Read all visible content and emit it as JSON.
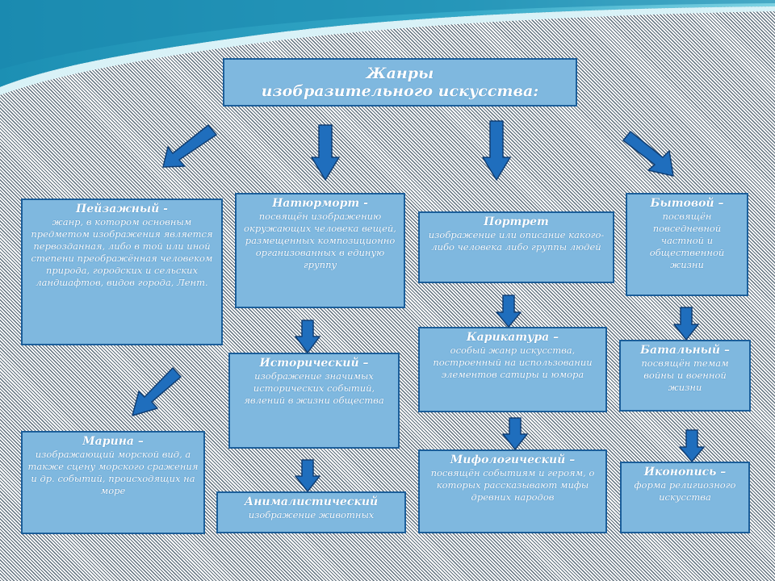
{
  "colors": {
    "box_fill": "#7fb8df",
    "box_border": "#1b5e9a",
    "arrow": "#1f6ebd",
    "wave_dark": "#1c8fb3",
    "wave_light": "#7fd3e3"
  },
  "title": {
    "line1": "Жанры",
    "line2": "изобразительного искусства:"
  },
  "nodes": {
    "landscape": {
      "title": "Пейзажный -",
      "desc": "жанр, в котором основным предметом изображения является первозданная, либо в той или иной степени преображённая человеком природа, городских и сельских ландшафтов, видов города, Лент."
    },
    "still_life": {
      "title": "Натюрморт -",
      "desc": "посвящён изображению окружающих человека вещей, размещенных композиционно организованных в единую группу"
    },
    "portrait": {
      "title": "Портрет",
      "desc": "изображение или описание какого-либо человека либо группы людей"
    },
    "genre": {
      "title": "Бытовой –",
      "desc": "посвящён повседневной частной и общественной жизни"
    },
    "marine": {
      "title": "Марина –",
      "desc": "изображающий морской вид, а также сцену морского сражения и др. событий, происходящих на море"
    },
    "historical": {
      "title": "Исторический –",
      "desc": "изображение значимых исторических событий, явлений в жизни общества"
    },
    "animalistic": {
      "title": "Анималистический",
      "desc": "изображение животных"
    },
    "caricature": {
      "title": "Карикатура –",
      "desc": "особый жанр искусства, построенный на использовании элементов сатиры и юмора"
    },
    "mythological": {
      "title": "Мифологический –",
      "desc": "посвящён событиям и героям, о которых рассказывают мифы древних народов"
    },
    "battle": {
      "title": "Батальный –",
      "desc": "посвящён темам войны и военной жизни"
    },
    "icon_painting": {
      "title": "Иконопись –",
      "desc": "форма религиозного искусства"
    }
  }
}
